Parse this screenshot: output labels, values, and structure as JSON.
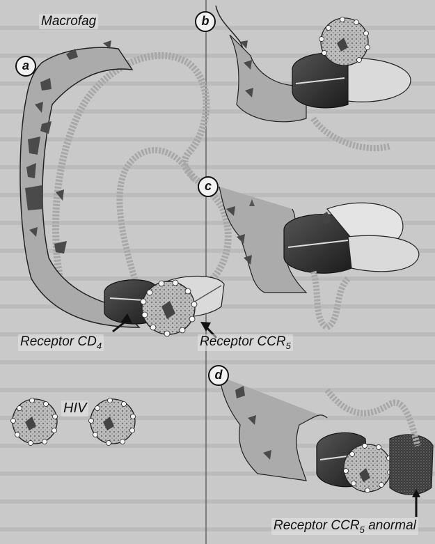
{
  "labels": {
    "macrofag": "Macrofag",
    "receptor_cd4_prefix": "Receptor CD",
    "receptor_cd4_sub": "4",
    "receptor_ccr5_prefix": "Receptor CCR",
    "receptor_ccr5_sub": "5",
    "hiv": "HIV",
    "receptor_ccr5_anormal_prefix": "Receptor CCR",
    "receptor_ccr5_anormal_sub": "5",
    "receptor_ccr5_anormal_suffix": " anormal"
  },
  "panels": {
    "a": "a",
    "b": "b",
    "c": "c",
    "d": "d"
  },
  "colors": {
    "background": "#c9c9c9",
    "membrane": "#ababab",
    "vesicle": "#dedede",
    "dark_receptor": "#2e2e2e",
    "virus": "#e8e8e8"
  }
}
